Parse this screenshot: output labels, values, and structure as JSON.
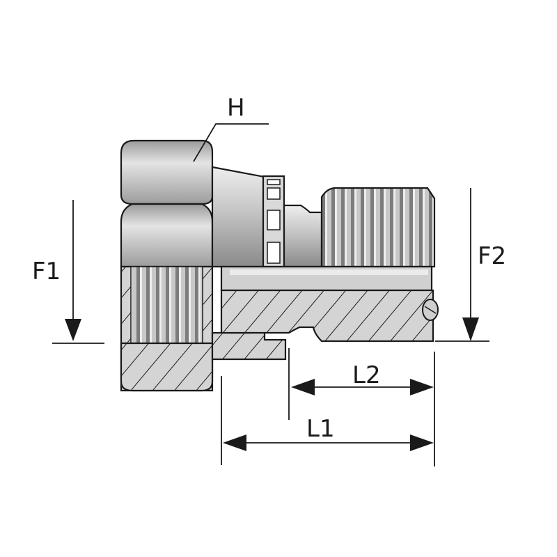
{
  "diagram": {
    "labels": {
      "hex": "H",
      "port_1": "F1",
      "port_2": "F2",
      "length_total": "L1",
      "length_thread": "L2"
    },
    "colors": {
      "line": "#1a1a1a",
      "metal_light": "#d8d8d8",
      "metal_mid": "#a8a8a8",
      "metal_dark": "#6e6e6e",
      "section_fill": "#cfcfcf"
    }
  }
}
